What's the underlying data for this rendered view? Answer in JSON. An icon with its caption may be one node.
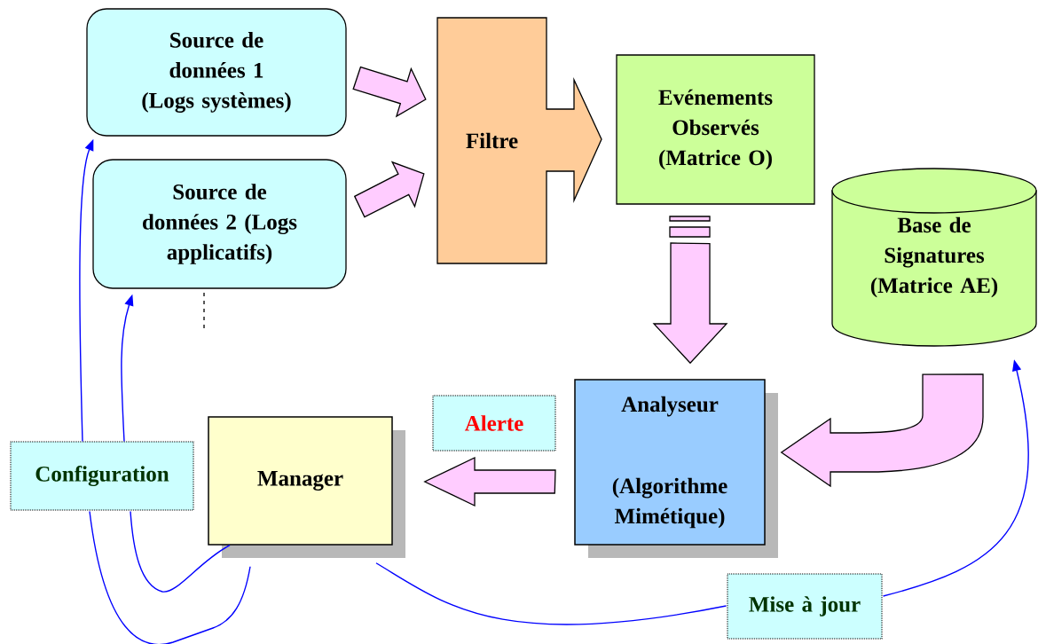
{
  "diagram": {
    "nodes": [
      {
        "text": [
          "Source de données 1 (Logs systèmes)"
        ]
      },
      {
        "text": [
          "Source de données 2 (Logs applicatifs)"
        ]
      },
      {
        "text": [
          "Filtre"
        ]
      },
      {
        "text": [
          "Evénements Observés (Matrice O)"
        ]
      },
      {
        "text": [
          "Base de Signatures (Matrice AE)"
        ]
      },
      {
        "text": [
          "Analyseur",
          "(Algorithme Mimétique)"
        ]
      },
      {
        "text": [
          "Manager"
        ]
      },
      {
        "text": [
          "Alerte"
        ]
      },
      {
        "text": [
          "Configuration"
        ]
      },
      {
        "text": [
          "Mise à jour"
        ]
      }
    ],
    "edges": [
      {
        "from": 0,
        "to": 2,
        "arrow": "to",
        "style": "thick",
        "color": "#ffccff"
      },
      {
        "from": 1,
        "to": 2,
        "arrow": "to",
        "style": "thick",
        "color": "#ffccff"
      },
      {
        "from": 3,
        "to": 5,
        "arrow": "to",
        "style": "thick",
        "color": "#ffccff"
      },
      {
        "from": 4,
        "to": 5,
        "arrow": "to",
        "style": "thick",
        "color": "#ffccff"
      },
      {
        "from": 5,
        "to": 6,
        "arrow": "to",
        "style": "thick",
        "color": "#ffccff"
      },
      {
        "from": 6,
        "to": 8,
        "arrow": "none"
      },
      {
        "from": 6,
        "to": 8,
        "arrow": "none"
      },
      {
        "from": 8,
        "to": 0,
        "arrow": "to"
      },
      {
        "from": 8,
        "to": 1,
        "arrow": "to"
      },
      {
        "from": 6,
        "to": 9,
        "arrow": "none"
      },
      {
        "from": 9,
        "to": 4,
        "arrow": "to"
      }
    ]
  }
}
